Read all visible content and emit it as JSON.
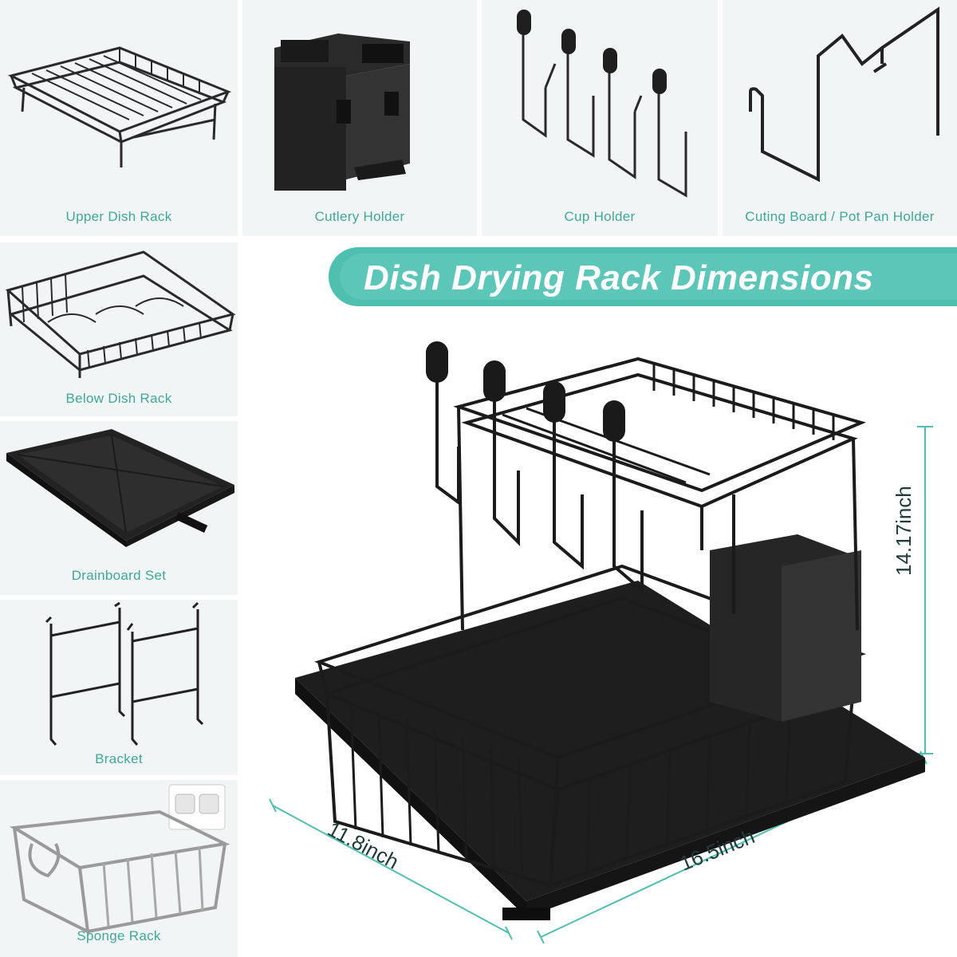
{
  "panels": {
    "upper_dish_rack": "Upper Dish Rack",
    "cutlery_holder": "Cutlery Holder",
    "cup_holder": "Cup Holder",
    "cutting_board_holder": "Cuting Board / Pot Pan Holder",
    "below_dish_rack": "Below Dish Rack",
    "drainboard_set": "Drainboard Set",
    "bracket": "Bracket",
    "sponge_rack": "Sponge Rack"
  },
  "banner": {
    "title": "Dish Drying Rack Dimensions"
  },
  "dimensions": {
    "height": "14.17inch",
    "depth": "11.8inch",
    "width": "16.5inch"
  },
  "colors": {
    "accent": "#5cc6b8",
    "caption": "#3fa89a",
    "panel_bg": "#f1f5f6",
    "product": "#1a1a1a"
  }
}
